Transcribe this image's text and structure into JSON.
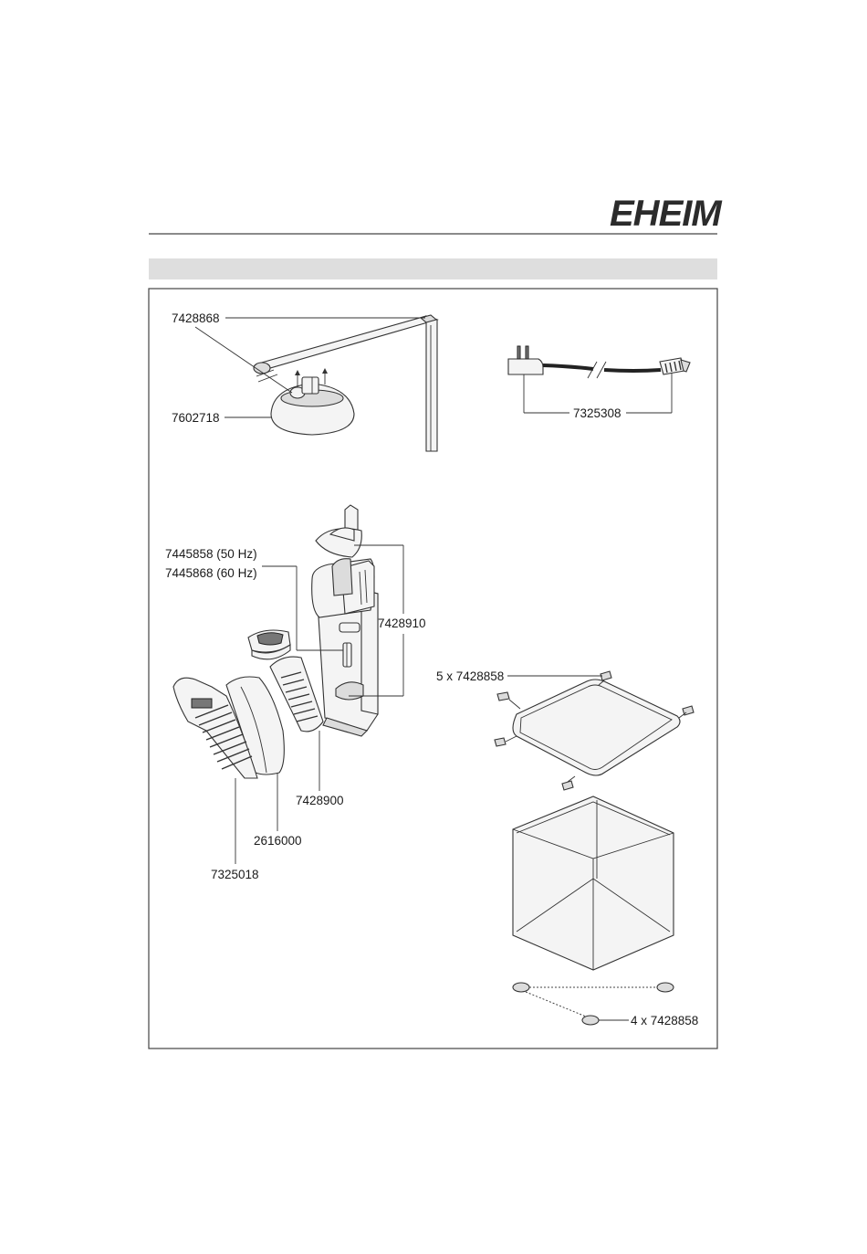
{
  "brand": {
    "logo_text": "EHEIM"
  },
  "colors": {
    "band": "#dedede",
    "ink": "#333333",
    "frame": "#444444"
  },
  "parts": {
    "light_bar_cap": "7428868",
    "air_dome": "7602718",
    "power_adapter": "7325308",
    "impeller_50hz": "7445858 (50 Hz)",
    "impeller_60hz": "7445868 (60 Hz)",
    "filter_head": "7428910",
    "filter_pre_screen": "7428900",
    "filter_sponge": "2616000",
    "filter_cover": "7325018",
    "lid_clips": "5 x 7428858",
    "rubber_feet": "4 x 7428858"
  }
}
